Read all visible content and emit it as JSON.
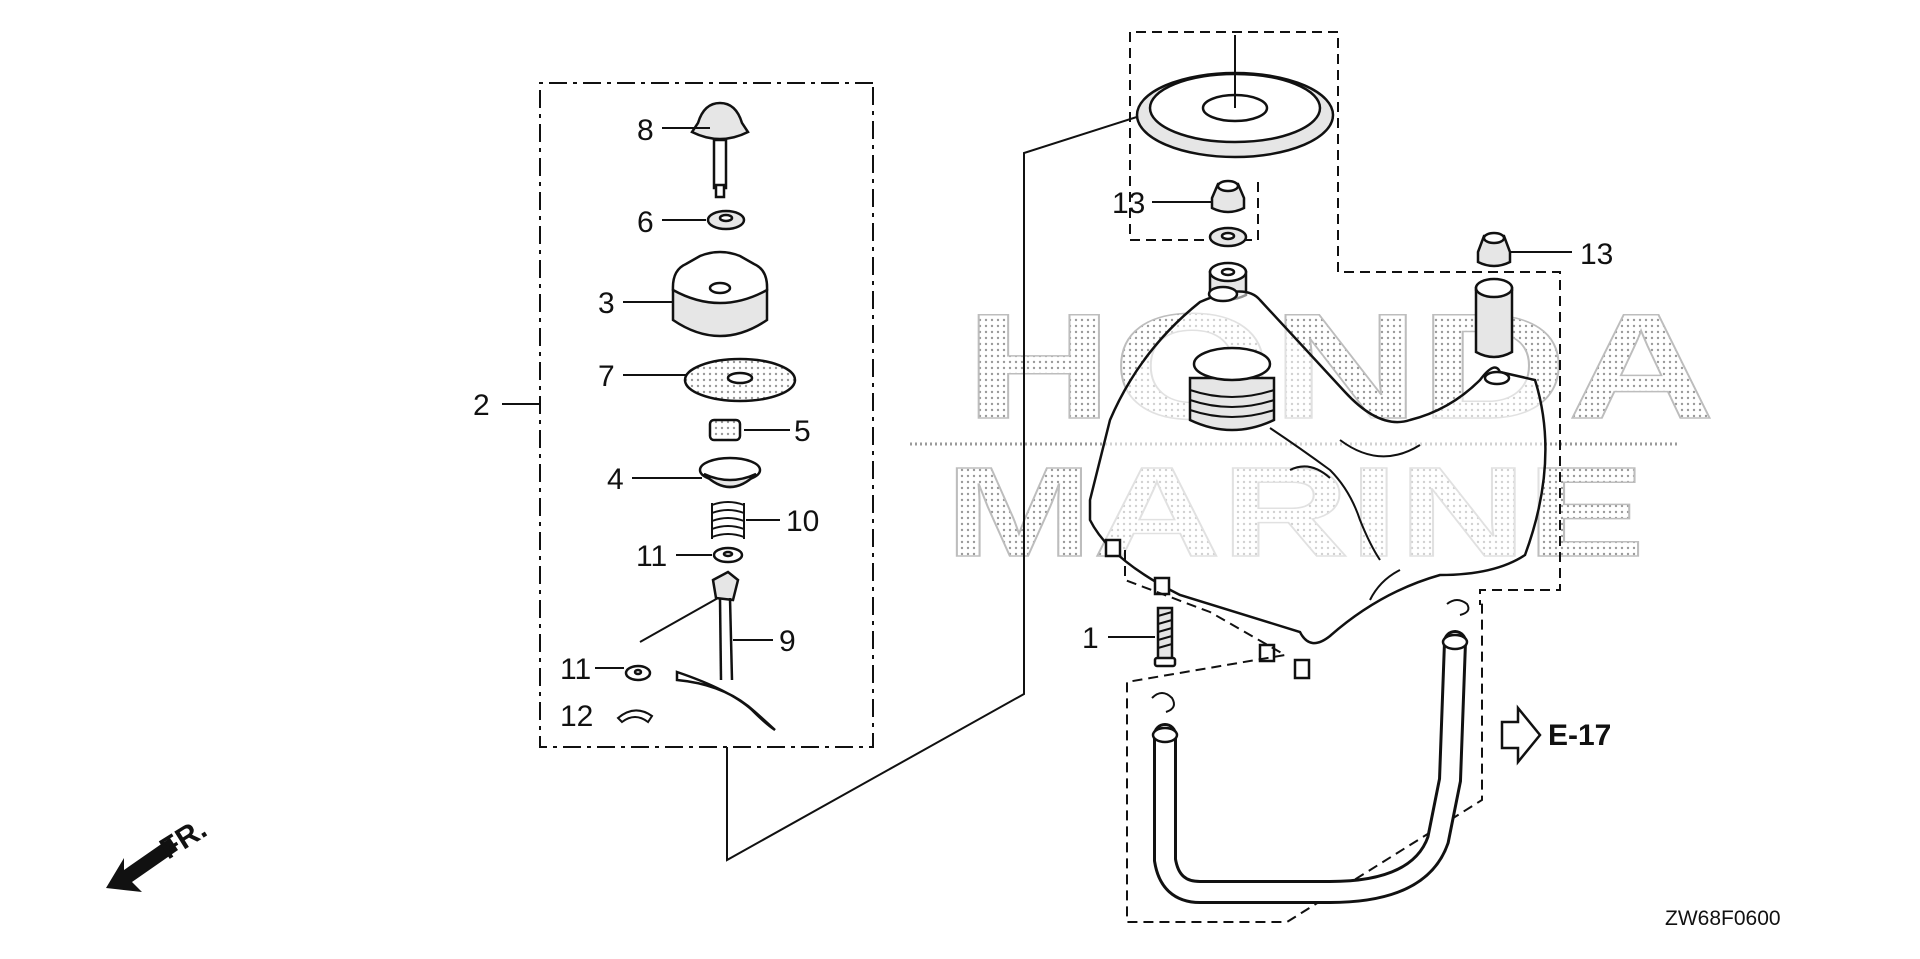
{
  "watermark": {
    "line1": "HONDA",
    "line2": "MARINE"
  },
  "callouts": {
    "c1": "1",
    "c2": "2",
    "c3": "3",
    "c4": "4",
    "c5": "5",
    "c6": "6",
    "c7": "7",
    "c8": "8",
    "c9": "9",
    "c10": "10",
    "c11a": "11",
    "c11b": "11",
    "c12": "12",
    "c13a": "13",
    "c13b": "13"
  },
  "reference": "E-17",
  "front_marker": "FR.",
  "diagram_code": "ZW68F0600"
}
